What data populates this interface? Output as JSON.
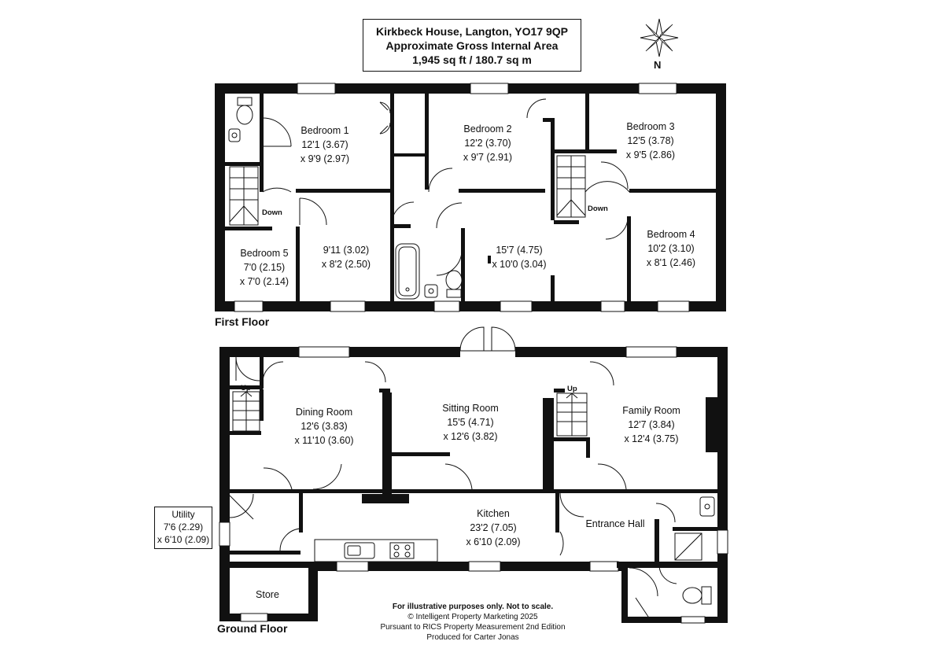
{
  "title": {
    "line1": "Kirkbeck House, Langton, YO17 9QP",
    "line2": "Approximate Gross Internal Area",
    "line3": "1,945 sq ft / 180.7 sq m"
  },
  "compass": {
    "label": "N"
  },
  "floors": {
    "first": "First Floor",
    "ground": "Ground Floor"
  },
  "first_floor_rooms": {
    "bedroom1": {
      "name": "Bedroom 1",
      "dim1": "12'1 (3.67)",
      "dim2": "x 9'9 (2.97)"
    },
    "bedroom2": {
      "name": "Bedroom 2",
      "dim1": "12'2 (3.70)",
      "dim2": "x 9'7 (2.91)"
    },
    "bedroom3": {
      "name": "Bedroom 3",
      "dim1": "12'5 (3.78)",
      "dim2": "x 9'5 (2.86)"
    },
    "bedroom4": {
      "name": "Bedroom 4",
      "dim1": "10'2 (3.10)",
      "dim2": "x 8'1 (2.46)"
    },
    "bedroom5": {
      "name": "Bedroom 5",
      "dim1": "7'0 (2.15)",
      "dim2": "x 7'0 (2.14)"
    },
    "room_a": {
      "dim1": "9'11 (3.02)",
      "dim2": "x 8'2 (2.50)"
    },
    "room_b": {
      "dim1": "15'7 (4.75)",
      "dim2": "x 10'0 (3.04)"
    },
    "down_left": "Down",
    "down_right": "Down"
  },
  "ground_floor_rooms": {
    "dining": {
      "name": "Dining Room",
      "dim1": "12'6 (3.83)",
      "dim2": "x 11'10 (3.60)"
    },
    "sitting": {
      "name": "Sitting Room",
      "dim1": "15'5 (4.71)",
      "dim2": "x 12'6 (3.82)"
    },
    "family": {
      "name": "Family Room",
      "dim1": "12'7 (3.84)",
      "dim2": "x 12'4 (3.75)"
    },
    "kitchen": {
      "name": "Kitchen",
      "dim1": "23'2 (7.05)",
      "dim2": "x 6'10 (2.09)"
    },
    "entrance": {
      "name": "Entrance Hall"
    },
    "utility": {
      "name": "Utility",
      "dim1": "7'6 (2.29)",
      "dim2": "x 6'10 (2.09)"
    },
    "store": {
      "name": "Store"
    },
    "up_left": "Up",
    "up_right": "Up"
  },
  "footer": {
    "line1": "For illustrative purposes only. Not to scale.",
    "line2": "© Intelligent Property Marketing 2025",
    "line3": "Pursuant to RICS Property Measurement 2nd Edition",
    "line4": "Produced for Carter Jonas"
  }
}
